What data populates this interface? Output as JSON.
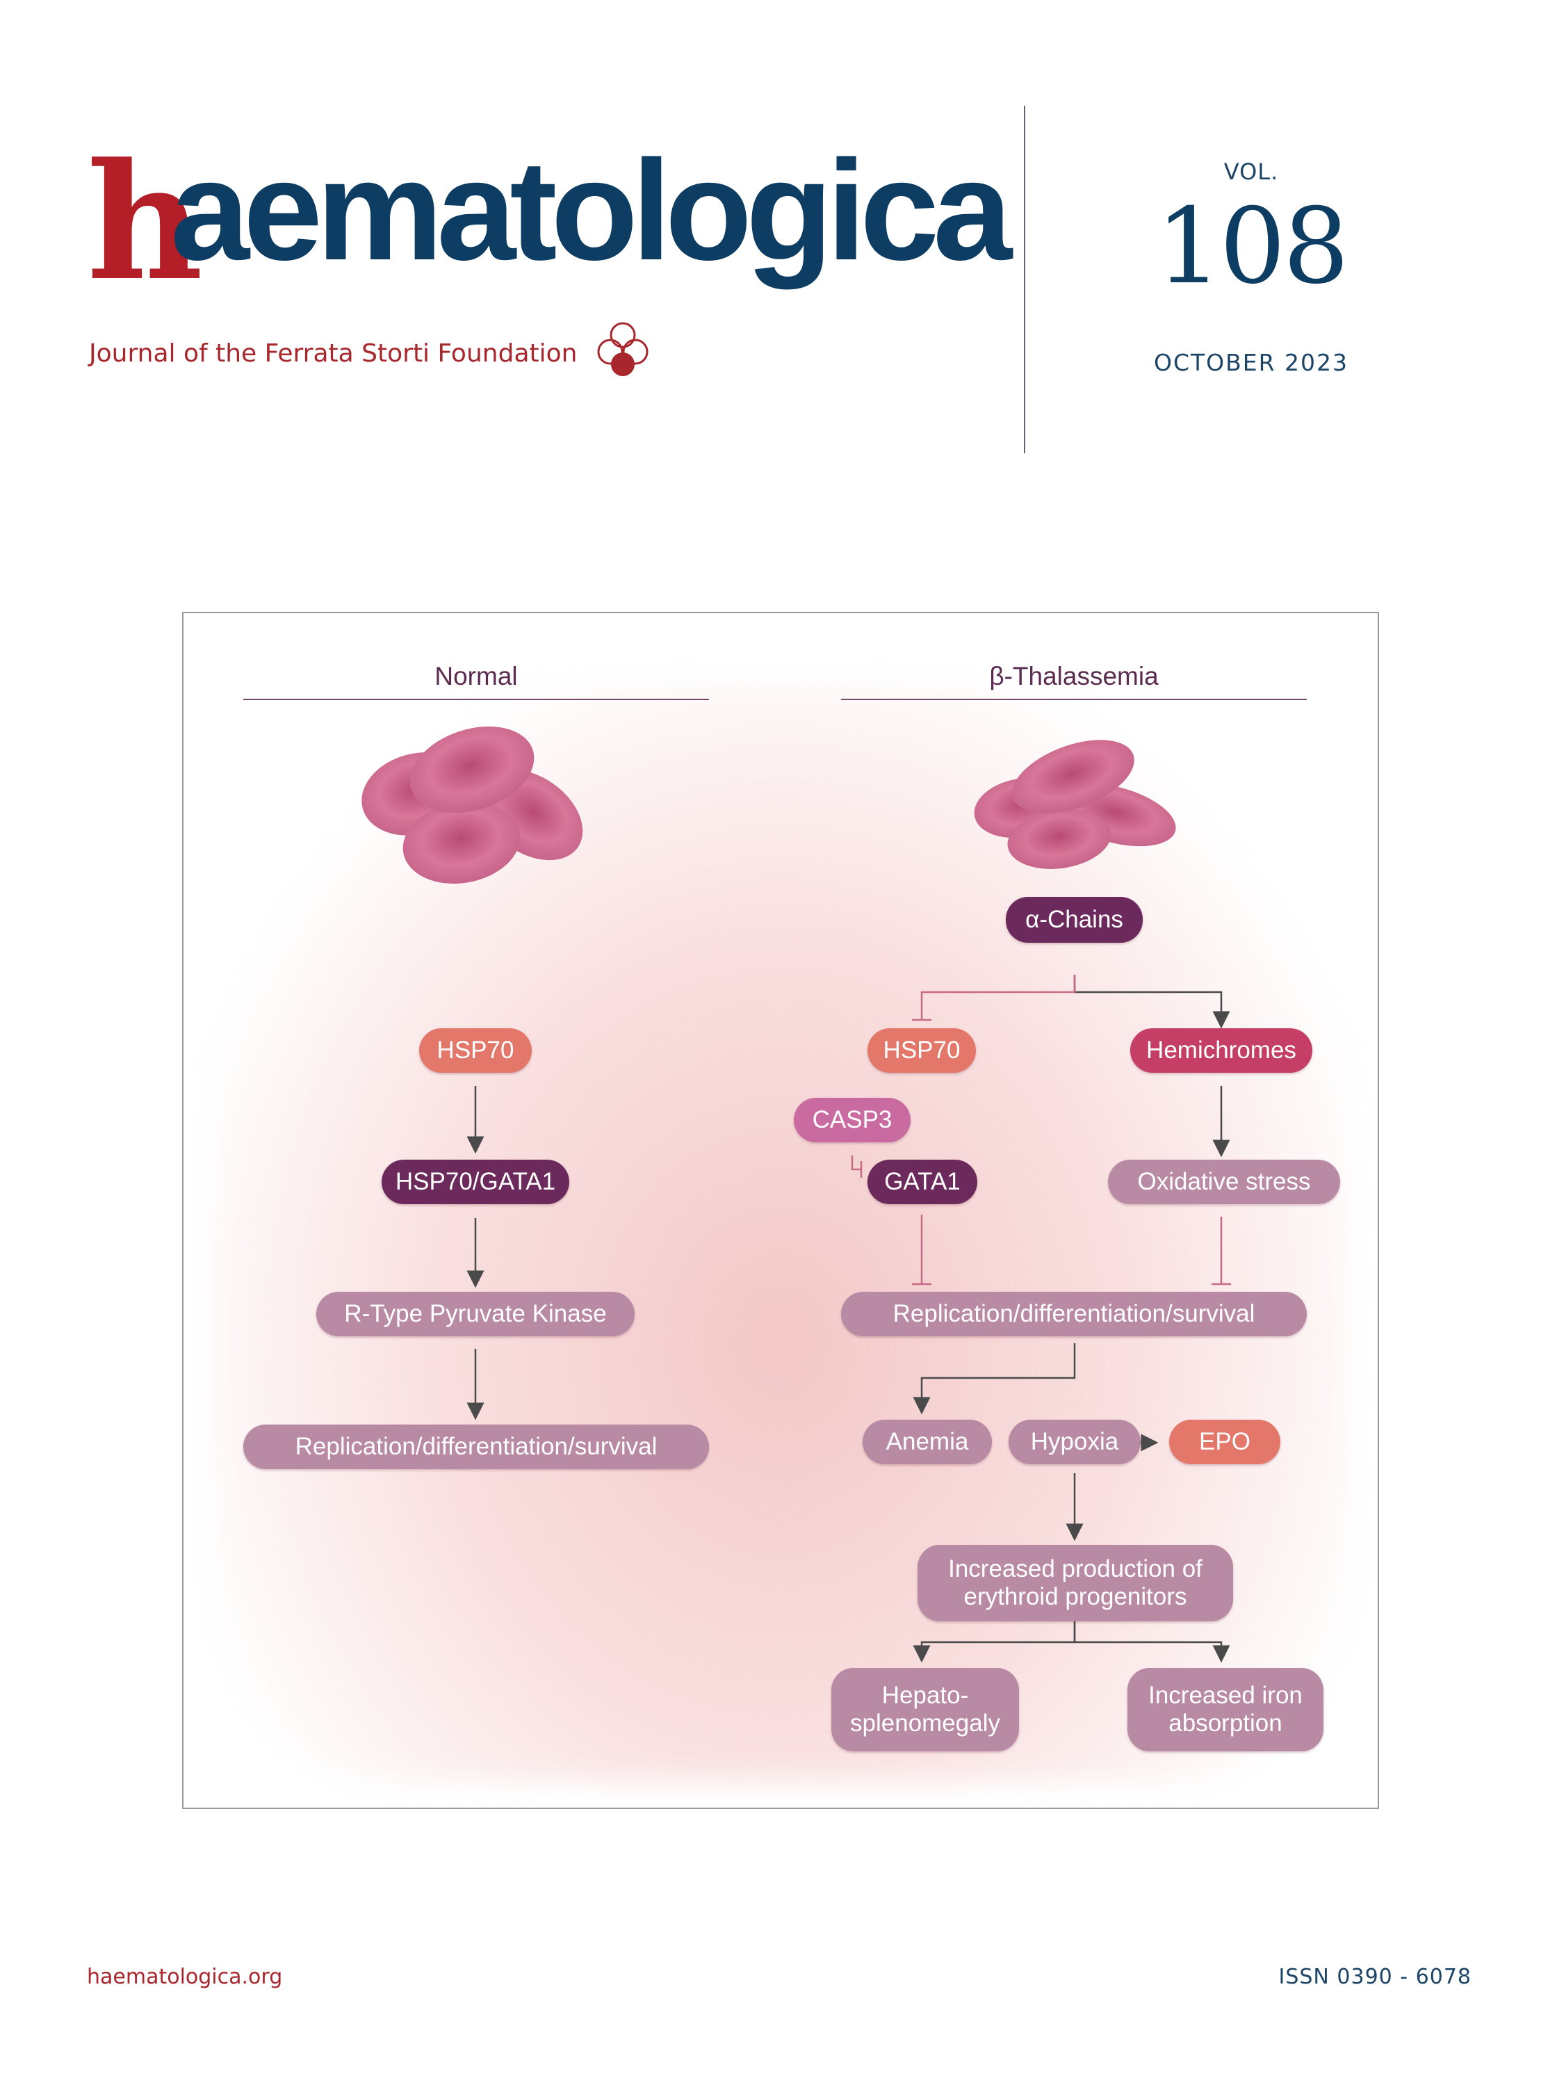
{
  "masthead": {
    "logo_initial": "h",
    "logo_rest": "aematologica",
    "tagline": "Journal of the Ferrata Storti Foundation",
    "vol_label": "VOL.",
    "vol_number": "108",
    "date": "OCTOBER 2023"
  },
  "figure": {
    "normal": {
      "title": "Normal",
      "nodes": [
        "HSP70",
        "HSP70/GATA1",
        "R-Type Pyruvate Kinase",
        "Replication/differentiation/survival"
      ]
    },
    "thal": {
      "title": "β-Thalassemia",
      "alpha": "α-Chains",
      "hsp70": "HSP70",
      "hemichromes": "Hemichromes",
      "casp3": "CASP3",
      "gata1": "GATA1",
      "oxidative": "Oxidative stress",
      "replication": "Replication/differentiation/survival",
      "anemia": "Anemia",
      "hypoxia": "Hypoxia",
      "epo": "EPO",
      "increased_prod_1": "Increased production of",
      "increased_prod_2": "erythroid progenitors",
      "hepato_1": "Hepato-",
      "hepato_2": "splenomegaly",
      "iron_1": "Increased iron",
      "iron_2": "absorption"
    }
  },
  "footer": {
    "website": "haematologica.org",
    "issn": "ISSN 0390 - 6078"
  }
}
